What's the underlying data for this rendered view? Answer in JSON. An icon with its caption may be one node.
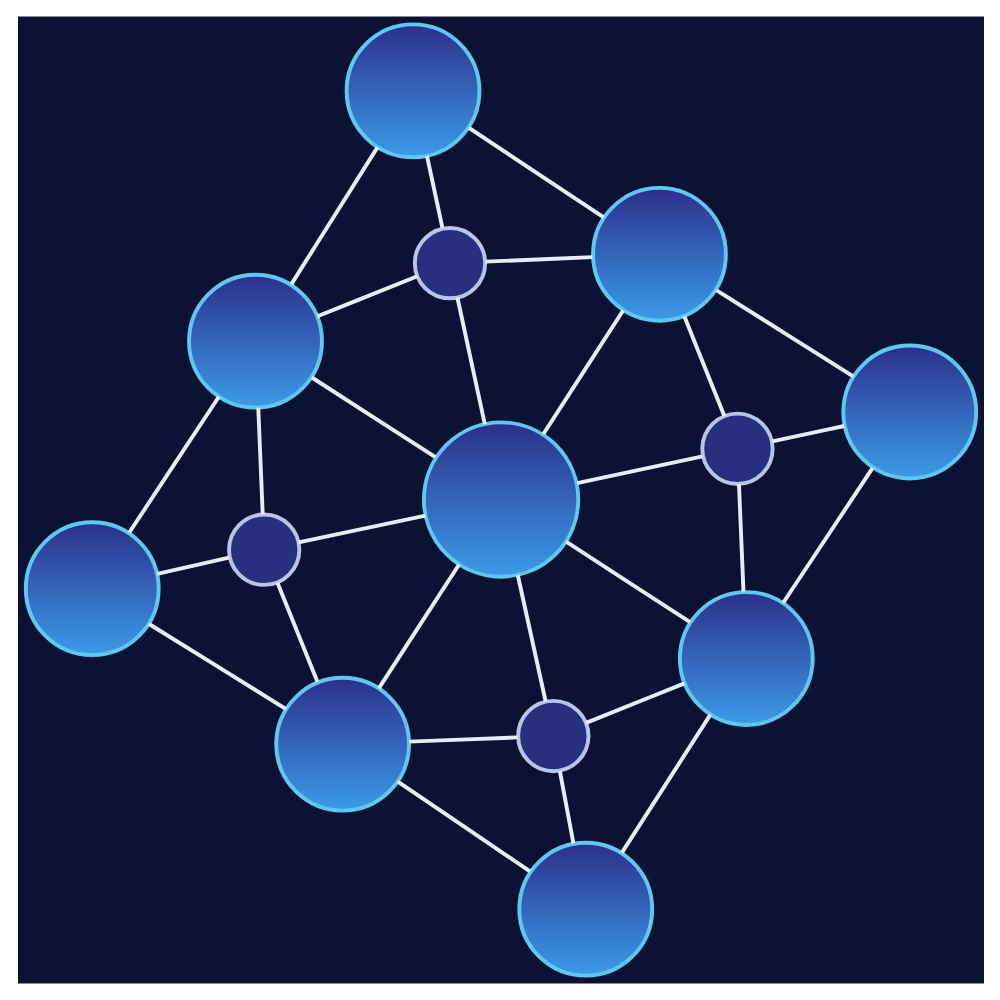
{
  "diagram": {
    "nodes": [
      {
        "text": [],
        "shape": "circle"
      },
      {
        "text": [],
        "shape": "circle"
      },
      {
        "text": [],
        "shape": "circle"
      },
      {
        "text": [],
        "shape": "circle"
      },
      {
        "text": [],
        "shape": "circle"
      },
      {
        "text": [],
        "shape": "circle"
      },
      {
        "text": [],
        "shape": "circle"
      },
      {
        "text": [],
        "shape": "circle"
      },
      {
        "text": [],
        "shape": "circle"
      },
      {
        "text": [],
        "shape": "circle"
      },
      {
        "text": [],
        "shape": "circle"
      },
      {
        "text": [],
        "shape": "circle"
      },
      {
        "text": [],
        "shape": "circle"
      }
    ],
    "edges": [
      {
        "from": 0,
        "to": 1,
        "arrow": "none"
      },
      {
        "from": 0,
        "to": 2,
        "arrow": "none"
      },
      {
        "from": 0,
        "to": 3,
        "arrow": "none"
      },
      {
        "from": 0,
        "to": 4,
        "arrow": "none"
      },
      {
        "from": 0,
        "to": 6,
        "arrow": "none"
      },
      {
        "from": 1,
        "to": 3,
        "arrow": "none"
      },
      {
        "from": 1,
        "to": 5,
        "arrow": "none"
      },
      {
        "from": 2,
        "to": 4,
        "arrow": "none"
      },
      {
        "from": 2,
        "to": 7,
        "arrow": "none"
      },
      {
        "from": 3,
        "to": 5,
        "arrow": "none"
      },
      {
        "from": 3,
        "to": 6,
        "arrow": "none"
      },
      {
        "from": 4,
        "to": 6,
        "arrow": "none"
      },
      {
        "from": 4,
        "to": 7,
        "arrow": "none"
      },
      {
        "from": 5,
        "to": 6,
        "arrow": "none"
      },
      {
        "from": 6,
        "to": 7,
        "arrow": "none"
      },
      {
        "from": 5,
        "to": 8,
        "arrow": "none"
      },
      {
        "from": 5,
        "to": 10,
        "arrow": "none"
      },
      {
        "from": 6,
        "to": 8,
        "arrow": "none"
      },
      {
        "from": 6,
        "to": 9,
        "arrow": "none"
      },
      {
        "from": 6,
        "to": 12,
        "arrow": "none"
      },
      {
        "from": 7,
        "to": 9,
        "arrow": "none"
      },
      {
        "from": 7,
        "to": 11,
        "arrow": "none"
      },
      {
        "from": 8,
        "to": 10,
        "arrow": "none"
      },
      {
        "from": 8,
        "to": 12,
        "arrow": "none"
      },
      {
        "from": 9,
        "to": 11,
        "arrow": "none"
      },
      {
        "from": 9,
        "to": 12,
        "arrow": "none"
      },
      {
        "from": 10,
        "to": 12,
        "arrow": "none"
      },
      {
        "from": 11,
        "to": 12,
        "arrow": "none"
      }
    ]
  }
}
